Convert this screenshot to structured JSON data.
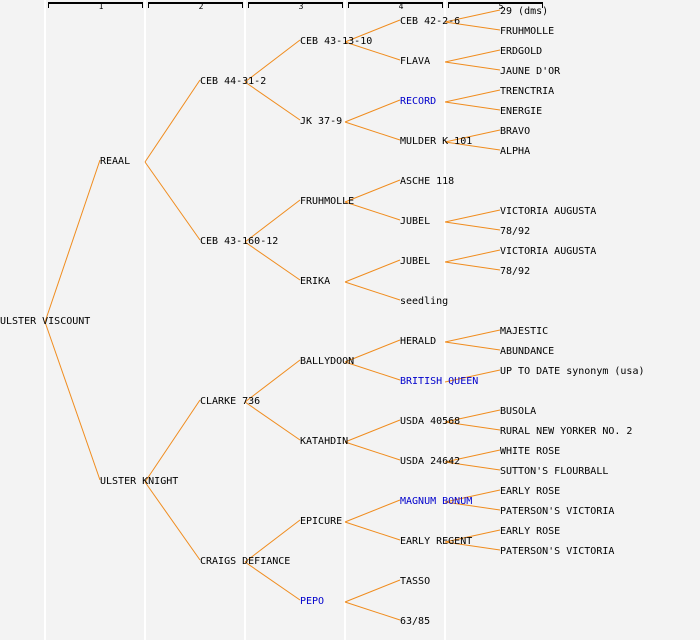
{
  "title": "Pedigree: ULSTER VISCOUNT",
  "generation_headers": [
    "1",
    "2",
    "3",
    "4",
    "5"
  ],
  "colors": {
    "line": "#f08c1e",
    "text": "#000000",
    "link": "#0000cc",
    "background": "#f3f3f3"
  },
  "tree": {
    "name": "ULSTER VISCOUNT",
    "children": [
      {
        "name": "REAAL",
        "children": [
          {
            "name": "CEB 44-31-2",
            "children": [
              {
                "name": "CEB 43-13-10",
                "children": [
                  {
                    "name": "CEB 42-2-6",
                    "children": [
                      {
                        "name": "29 (dms)"
                      },
                      {
                        "name": "FRUHMOLLE"
                      }
                    ]
                  },
                  {
                    "name": "FLAVA",
                    "children": [
                      {
                        "name": "ERDGOLD"
                      },
                      {
                        "name": "JAUNE D'OR"
                      }
                    ]
                  }
                ]
              },
              {
                "name": "JK 37-9",
                "children": [
                  {
                    "name": "RECORD",
                    "link": true,
                    "children": [
                      {
                        "name": "TRENCTRIA"
                      },
                      {
                        "name": "ENERGIE"
                      }
                    ]
                  },
                  {
                    "name": "MULDER K 101",
                    "children": [
                      {
                        "name": "BRAVO"
                      },
                      {
                        "name": "ALPHA"
                      }
                    ]
                  }
                ]
              }
            ]
          },
          {
            "name": "CEB 43-160-12",
            "children": [
              {
                "name": "FRUHMOLLE",
                "children": [
                  {
                    "name": "ASCHE 118"
                  },
                  {
                    "name": "JUBEL",
                    "children": [
                      {
                        "name": "VICTORIA AUGUSTA"
                      },
                      {
                        "name": "78/92"
                      }
                    ]
                  }
                ]
              },
              {
                "name": "ERIKA",
                "children": [
                  {
                    "name": "JUBEL",
                    "children": [
                      {
                        "name": "VICTORIA AUGUSTA"
                      },
                      {
                        "name": "78/92"
                      }
                    ]
                  },
                  {
                    "name": "seedling"
                  }
                ]
              }
            ]
          }
        ]
      },
      {
        "name": "ULSTER KNIGHT",
        "children": [
          {
            "name": "CLARKE 736",
            "children": [
              {
                "name": "BALLYDOON",
                "children": [
                  {
                    "name": "HERALD",
                    "children": [
                      {
                        "name": "MAJESTIC"
                      },
                      {
                        "name": "ABUNDANCE"
                      }
                    ]
                  },
                  {
                    "name": "BRITISH QUEEN",
                    "link": true,
                    "children": [
                      {
                        "name": "UP TO DATE synonym (usa)"
                      }
                    ]
                  }
                ]
              },
              {
                "name": "KATAHDIN",
                "children": [
                  {
                    "name": "USDA 40568",
                    "children": [
                      {
                        "name": "BUSOLA"
                      },
                      {
                        "name": "RURAL NEW YORKER NO. 2"
                      }
                    ]
                  },
                  {
                    "name": "USDA 24642",
                    "children": [
                      {
                        "name": "WHITE ROSE"
                      },
                      {
                        "name": "SUTTON'S FLOURBALL"
                      }
                    ]
                  }
                ]
              }
            ]
          },
          {
            "name": "CRAIGS DEFIANCE",
            "children": [
              {
                "name": "EPICURE",
                "children": [
                  {
                    "name": "MAGNUM BONUM",
                    "link": true,
                    "children": [
                      {
                        "name": "EARLY ROSE"
                      },
                      {
                        "name": "PATERSON'S VICTORIA"
                      }
                    ]
                  },
                  {
                    "name": "EARLY REGENT",
                    "children": [
                      {
                        "name": "EARLY ROSE"
                      },
                      {
                        "name": "PATERSON'S VICTORIA"
                      }
                    ]
                  }
                ]
              },
              {
                "name": "PEPO",
                "link": true,
                "children": [
                  {
                    "name": "TASSO"
                  },
                  {
                    "name": "63/85"
                  }
                ]
              }
            ]
          }
        ]
      }
    ]
  }
}
